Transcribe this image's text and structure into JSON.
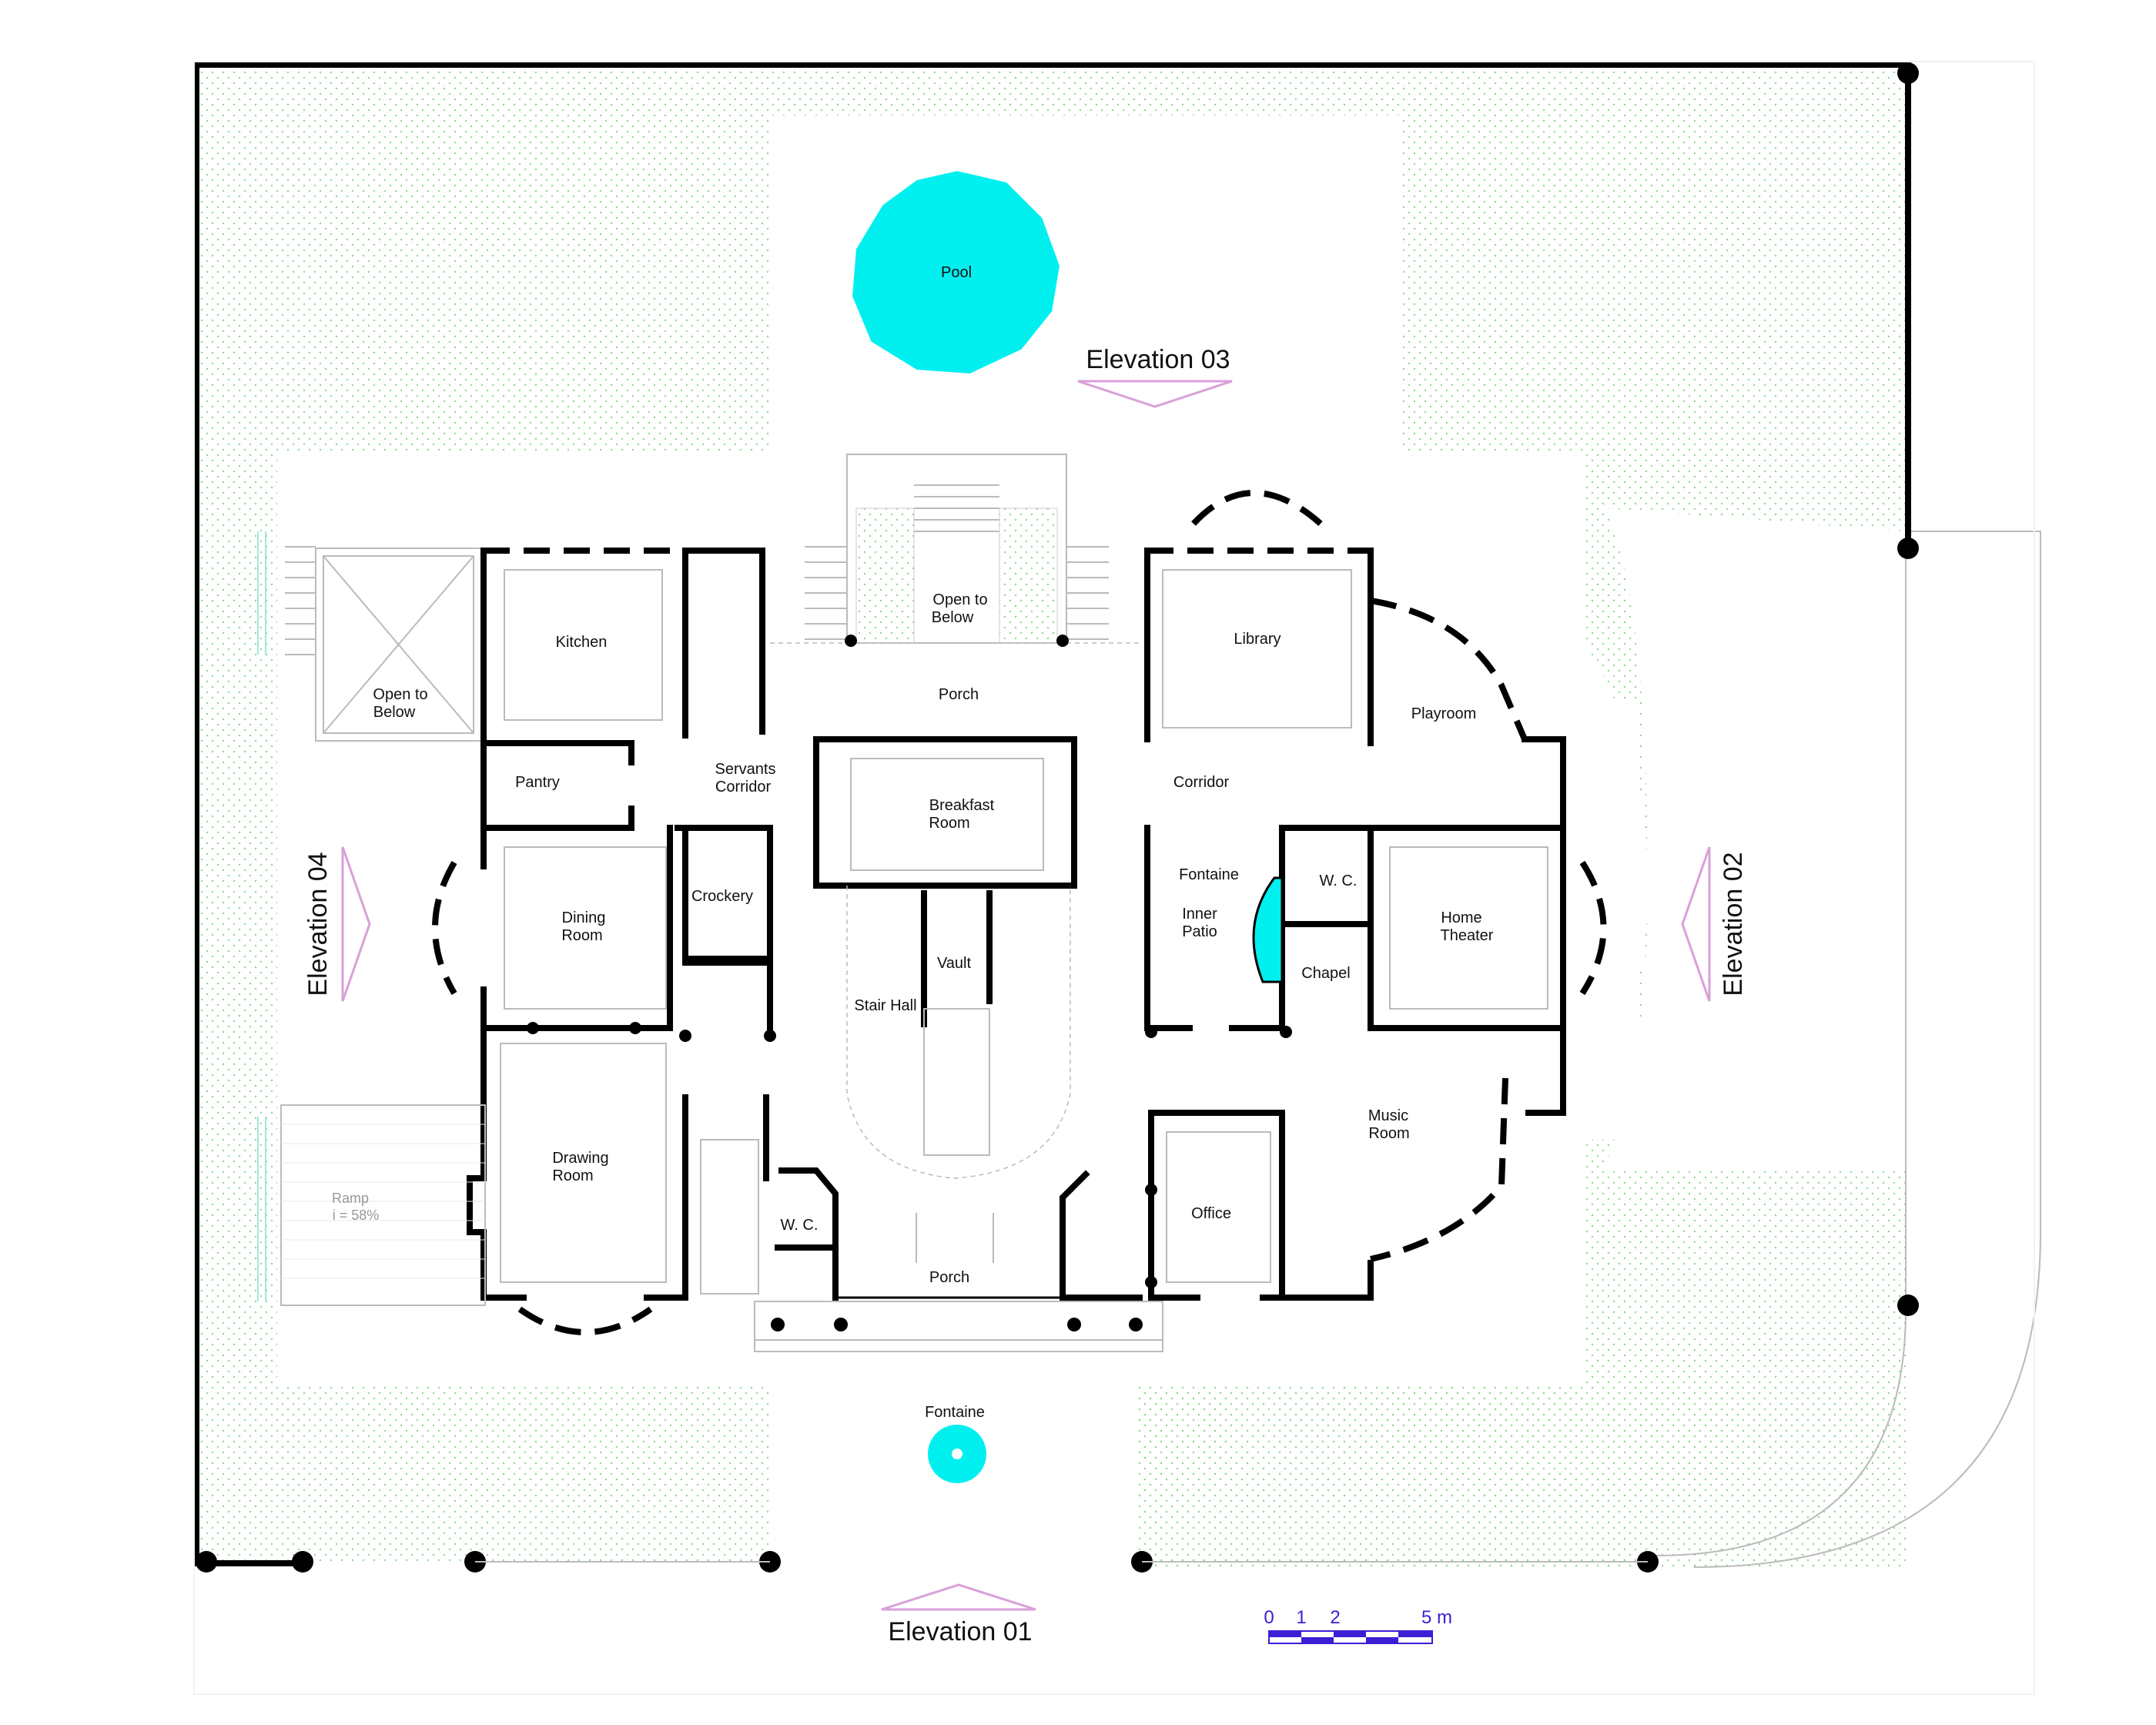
{
  "rooms": {
    "pool": "Pool",
    "open_below_top": [
      "Open to",
      "Below"
    ],
    "open_below_left": [
      "Open to",
      "Below"
    ],
    "kitchen": "Kitchen",
    "library": "Library",
    "porch_top": "Porch",
    "playroom": "Playroom",
    "pantry": "Pantry",
    "servants_corridor": [
      "Servants",
      "Corridor"
    ],
    "breakfast_room": [
      "Breakfast",
      "Room"
    ],
    "corridor": "Corridor",
    "fontaine_inner": "Fontaine",
    "wc_right": "W. C.",
    "inner_patio": [
      "Inner",
      "Patio"
    ],
    "chapel": "Chapel",
    "home_theater": [
      "Home",
      "Theater"
    ],
    "dining_room": [
      "Dining",
      "Room"
    ],
    "crockery": "Crockery",
    "vault": "Vault",
    "stair_hall": "Stair Hall",
    "drawing_room": [
      "Drawing",
      "Room"
    ],
    "wc_left": "W. C.",
    "porch_bottom": "Porch",
    "office": "Office",
    "music_room": [
      "Music",
      "Room"
    ],
    "ramp": [
      "Ramp",
      "i = 58%"
    ],
    "fontaine_front": "Fontaine"
  },
  "elevations": {
    "e01": "Elevation 01",
    "e02": "Elevation 02",
    "e03": "Elevation 03",
    "e04": "Elevation 04"
  },
  "scale": {
    "t0": "0",
    "t1": "1",
    "t2": "2",
    "t5": "5 m"
  },
  "colors": {
    "water": "#00f0f0",
    "grass_dot": "#8fd88f",
    "wall": "#000000",
    "elevation_arrow": "#d9a0d9",
    "scale_bar": "#3a1fd6"
  }
}
